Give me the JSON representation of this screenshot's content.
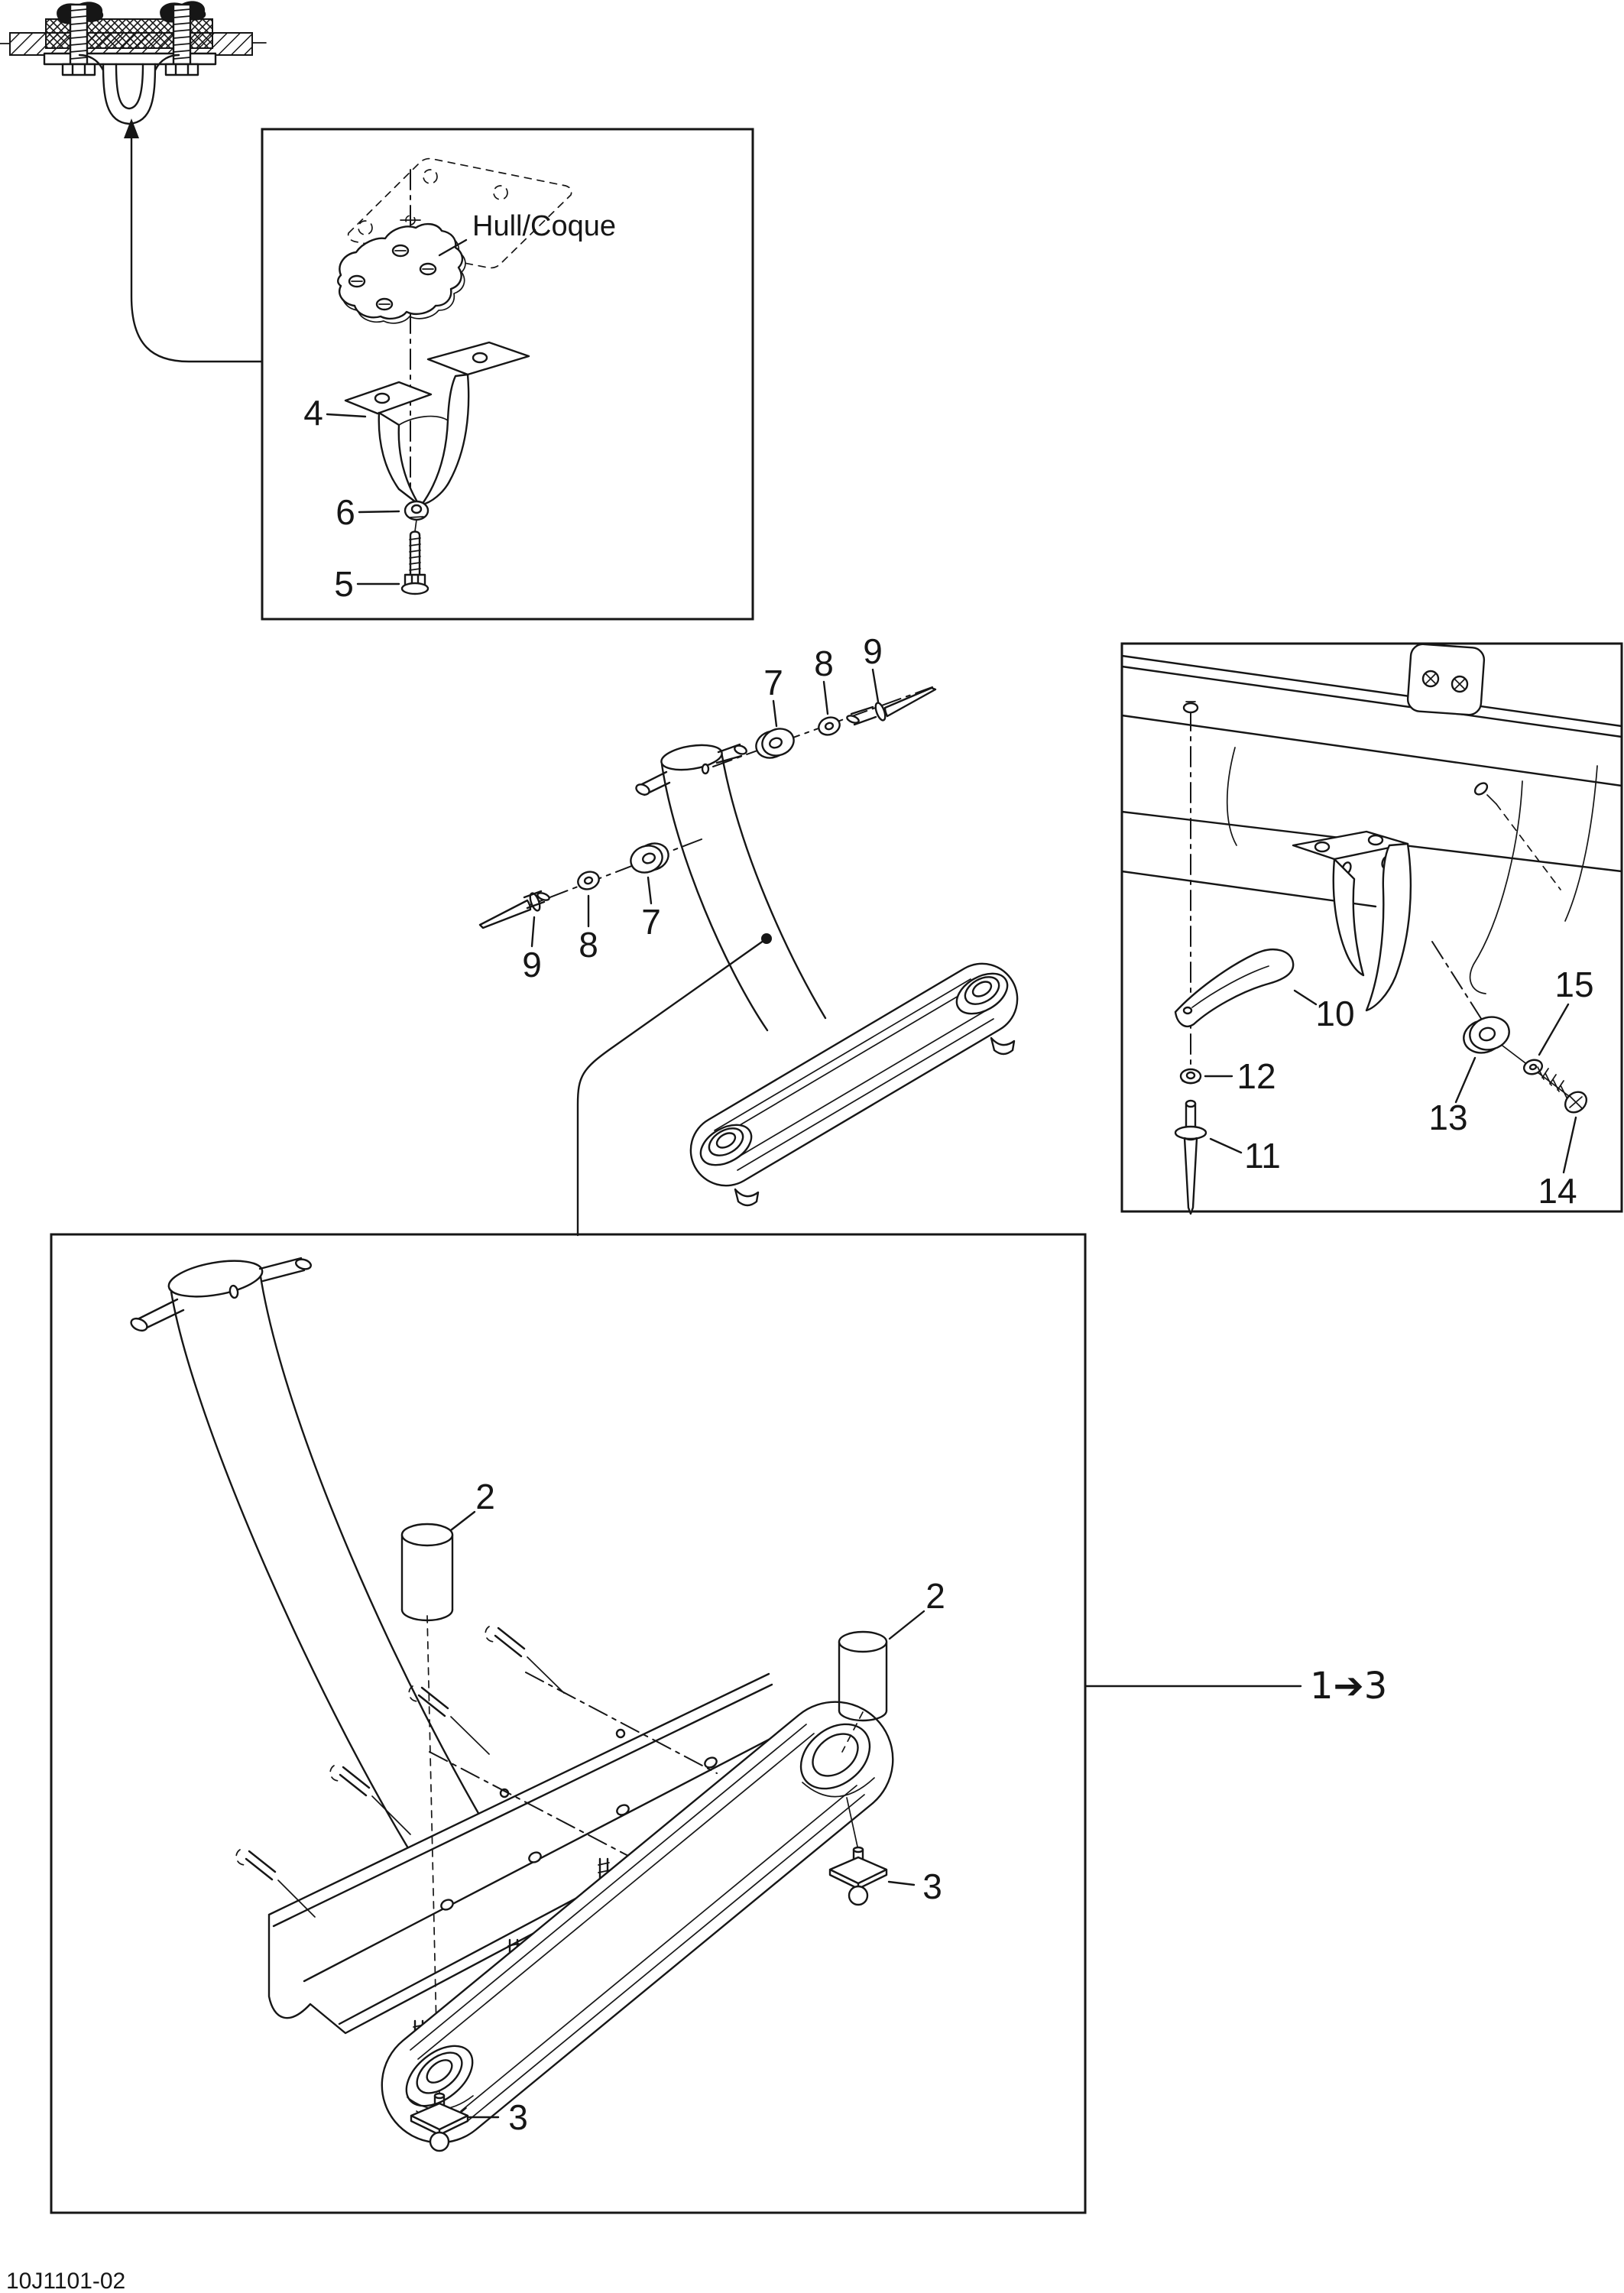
{
  "page": {
    "code": "10J1101-02",
    "ink_color": "#161616",
    "paper_color": "#ffffff"
  },
  "inset_top": {
    "hull_label": "Hull/Coque",
    "callouts": {
      "c4": "4",
      "c5": "5",
      "c6": "6"
    }
  },
  "middle": {
    "callouts": {
      "c7a": "7",
      "c8a": "8",
      "c9a": "9",
      "c9b": "9",
      "c8b": "8",
      "c7b": "7"
    }
  },
  "right_box": {
    "callouts": {
      "c10": "10",
      "c11": "11",
      "c12": "12",
      "c13": "13",
      "c14": "14",
      "c15": "15"
    }
  },
  "bottom_box": {
    "range_label": "1➔3",
    "callouts": {
      "c2a": "2",
      "c2b": "2",
      "c3a": "3",
      "c3b": "3"
    }
  }
}
